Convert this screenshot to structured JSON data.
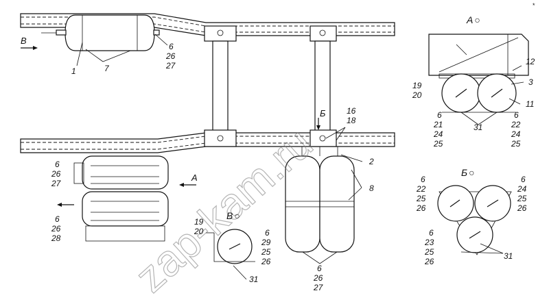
{
  "watermark": "zap-kam.ru",
  "corner_mark": "*",
  "views": {
    "A": "A",
    "B": "Б",
    "V": "В",
    "circle_mark": "○"
  },
  "arrows": {
    "view_A": "A",
    "view_B": "Б",
    "view_V": "B"
  },
  "callouts": {
    "top_left_1": "1",
    "top_left_7": "7",
    "top_left_6": "6",
    "top_left_26": "26",
    "top_left_27": "27",
    "center_16": "16",
    "center_18": "18",
    "center_2": "2",
    "center_8": "8",
    "center_6": "6",
    "center_26": "26",
    "center_27": "27",
    "left_6a": "6",
    "left_26a": "26",
    "left_27a": "27",
    "left_6b": "6",
    "left_26b": "26",
    "left_28b": "28",
    "a_12": "12",
    "a_3": "3",
    "a_19": "19",
    "a_20": "20",
    "a_11": "11",
    "a_6l": "6",
    "a_21": "21",
    "a_24l": "24",
    "a_25l": "25",
    "a_6r": "6",
    "a_22": "22",
    "a_24r": "24",
    "a_25r": "25",
    "a_31": "31",
    "b_6tl": "6",
    "b_22": "22",
    "b_25tl": "25",
    "b_26tl": "26",
    "b_6tr": "6",
    "b_24": "24",
    "b_25tr": "25",
    "b_26tr": "26",
    "b_6bl": "6",
    "b_23": "23",
    "b_25bl": "25",
    "b_26bl": "26",
    "b_31": "31",
    "v_19": "19",
    "v_20": "20",
    "v_6": "6",
    "v_29": "29",
    "v_25": "25",
    "v_26": "26",
    "v_31": "31"
  }
}
